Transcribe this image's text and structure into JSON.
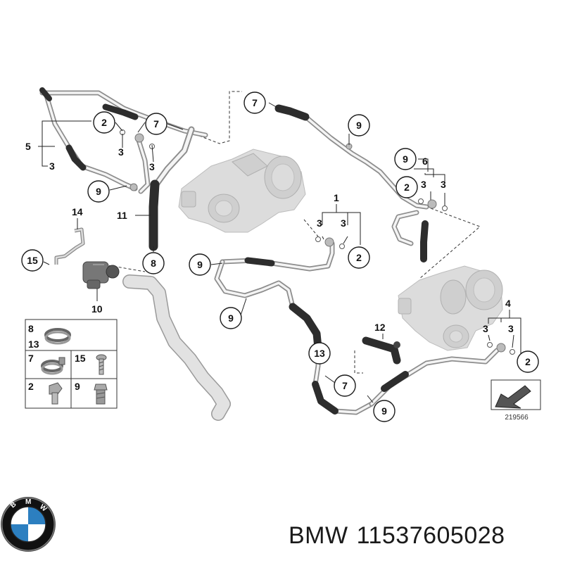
{
  "diagram": {
    "callouts": [
      "1",
      "2",
      "3",
      "4",
      "5",
      "6",
      "7",
      "8",
      "9",
      "10",
      "11",
      "12",
      "13",
      "14",
      "15"
    ],
    "diagram_number": "219566"
  },
  "legend": {
    "rows": [
      {
        "left": {
          "labels": [
            "8",
            "13"
          ],
          "part": "hose-clamp"
        }
      },
      {
        "left": {
          "labels": [
            "7"
          ],
          "part": "spring-clamp"
        },
        "right": {
          "labels": [
            "15"
          ],
          "part": "screw"
        }
      },
      {
        "left": {
          "labels": [
            "2"
          ],
          "part": "banjo-bolt"
        },
        "right": {
          "labels": [
            "9"
          ],
          "part": "hex-bolt"
        }
      }
    ]
  },
  "logo": {
    "name": "BMW",
    "colors": {
      "blue": "#2c7fc0",
      "white": "#ffffff",
      "black": "#111111"
    }
  },
  "caption": {
    "brand": "BMW",
    "part_number": "11537605028"
  }
}
